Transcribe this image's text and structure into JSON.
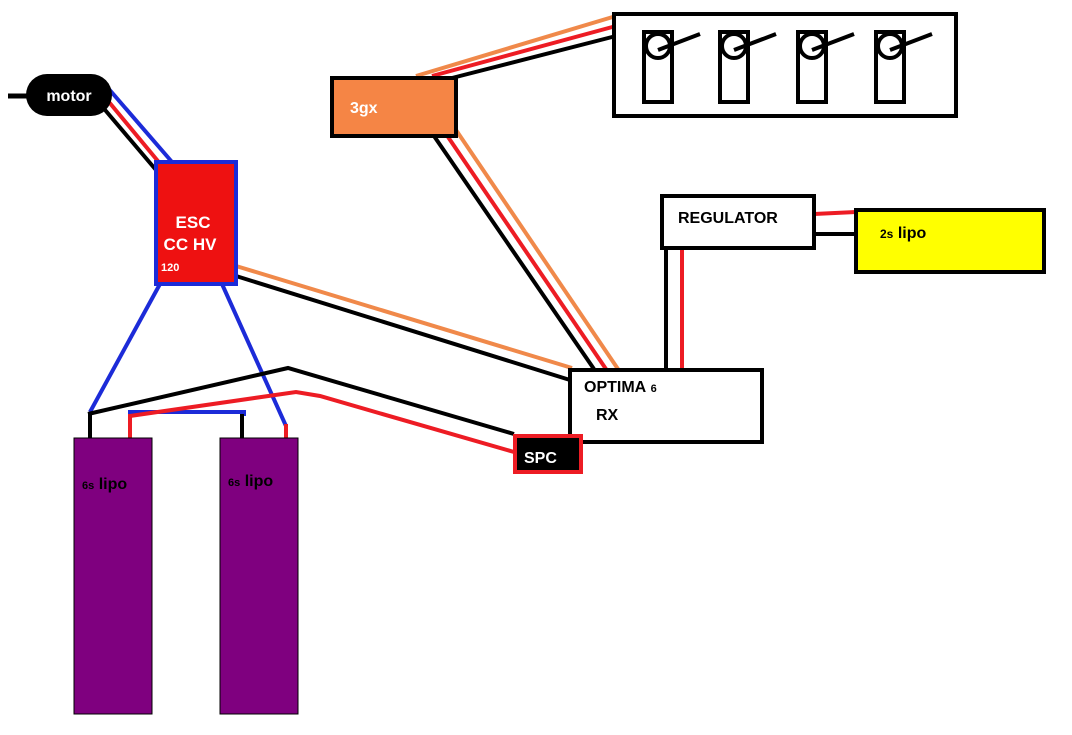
{
  "motor": {
    "label": "motor"
  },
  "esc": {
    "line1": "ESC",
    "line2": "CC HV",
    "line3": "120"
  },
  "gyro": {
    "label": "3gx"
  },
  "regulator": {
    "label": "REGULATOR"
  },
  "lipo_2s": {
    "prefix": "2s",
    "label": "lipo"
  },
  "receiver": {
    "line1": "OPTIMA",
    "line1_suffix": "6",
    "line2": "RX"
  },
  "spc": {
    "label": "SPC"
  },
  "lipo_6s_left": {
    "prefix": "6s",
    "label": "lipo"
  },
  "lipo_6s_right": {
    "prefix": "6s",
    "label": "lipo"
  },
  "colors": {
    "wire_black": "#000000",
    "wire_red": "#ed1c24",
    "wire_blue": "#1c2bd8",
    "wire_orange": "#f0894a",
    "esc_fill": "#ee1111",
    "esc_border": "#1c2bd8",
    "gyro_fill": "#f58545",
    "lipo_2s_fill": "#ffff00",
    "lipo_6s_fill": "#7f007f",
    "spc_fill": "#000000",
    "spc_border": "#ed1c24"
  }
}
